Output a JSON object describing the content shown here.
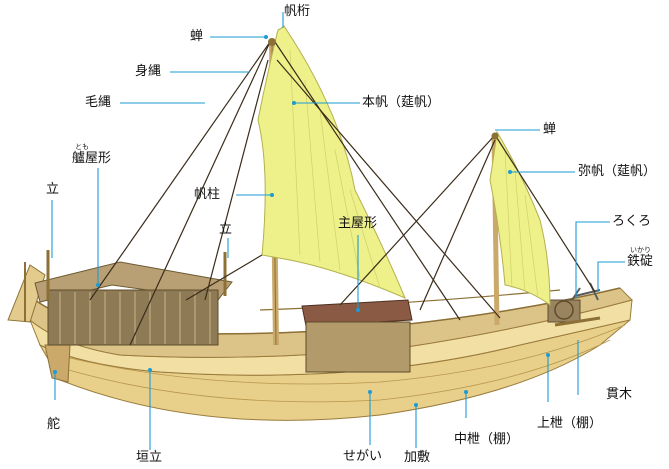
{
  "labels": {
    "hoketa": "帆桁",
    "semi_main": "蝉",
    "mikata": "身縄",
    "hon_ho": "本帆（莚帆）",
    "kenawa": "毛縄",
    "tomoyagata": "艫屋形",
    "tomo_ruby": "とも",
    "semi_fore": "蝉",
    "tatsu_left": "立",
    "yaho": "弥帆（莚帆）",
    "hobashira": "帆柱",
    "omoyagata": "主屋形",
    "rokuro": "ろくろ",
    "tatsu_mid": "立",
    "tetsuikari": "鉄碇",
    "ikari_ruby": "いかり",
    "kanuki": "貫木",
    "kaji": "舵",
    "uwadana": "上枻（棚）",
    "nakadana": "中枻（棚）",
    "kakitatsu": "垣立",
    "segai": "せがい",
    "kashiki": "加敷"
  },
  "colors": {
    "leader": "#1d9bd6",
    "sail": "#eef08a",
    "hull": "#f1dfa3",
    "roof": "#b8a074",
    "cabin_roof": "#8a5a44"
  }
}
